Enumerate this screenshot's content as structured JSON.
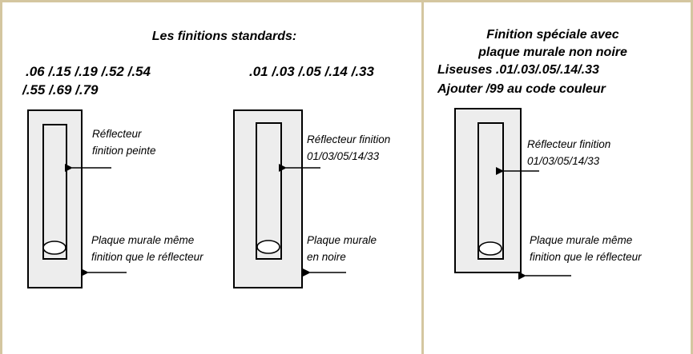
{
  "left_panel": {
    "title": "Les finitions standards:",
    "group_a": {
      "codes_line1": ".06 /.15 /.19 /.52 /.54",
      "codes_line2": "/.55 /.69 /.79",
      "reflector_label_line1": "Réflecteur",
      "reflector_label_line2": "finition peinte",
      "plate_label_line1": "Plaque murale même",
      "plate_label_line2": "finition que le réflecteur"
    },
    "group_b": {
      "codes_line1": ".01 /.03 /.05 /.14 /.33",
      "reflector_label_line1": "Réflecteur finition",
      "reflector_label_line2": "01/03/05/14/33",
      "plate_label_line1": "Plaque murale",
      "plate_label_line2": "en noire"
    }
  },
  "right_panel": {
    "title_line1": "Finition spéciale avec",
    "title_line2": "plaque murale non noire",
    "codes_line1": "Liseuses .01/.03/.05/.14/.33",
    "codes_line2": "Ajouter /99 au code couleur",
    "reflector_label_line1": "Réflecteur finition",
    "reflector_label_line2": "01/03/05/14/33",
    "plate_label_line1": "Plaque murale même",
    "plate_label_line2": "finition que le réflecteur"
  },
  "colors": {
    "frame": "#d4c6a0",
    "fixture_fill": "#ededed",
    "ink": "#000000"
  }
}
